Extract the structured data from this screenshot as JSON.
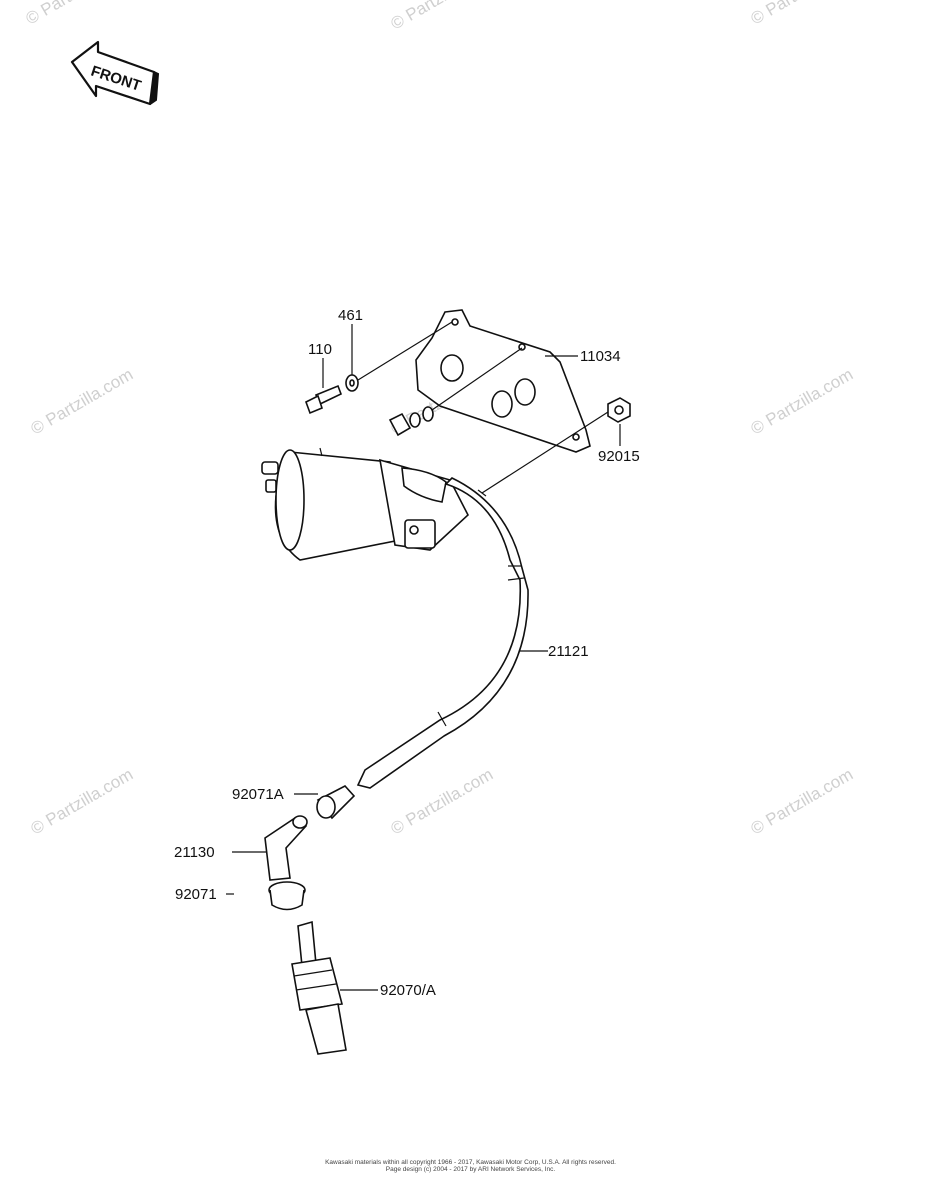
{
  "direction_arrow": {
    "label": "FRONT",
    "icon": "front-arrow-icon"
  },
  "callouts": {
    "p461": "461",
    "p110": "110",
    "p11034": "11034",
    "p92015": "92015",
    "p21121": "21121",
    "p92071A": "92071A",
    "p21130": "21130",
    "p92071": "92071",
    "p92070A": "92070/A"
  },
  "watermark": "© Partzilla.com",
  "footer": {
    "line1": "Kawasaki materials within all copyright 1966 - 2017, Kawasaki Motor Corp, U.S.A. All rights reserved.",
    "line2": "Page design (c) 2004 - 2017 by ARI Network Services, Inc."
  },
  "colors": {
    "ink": "#111111",
    "watermark": "#cfcfcf",
    "background": "#ffffff"
  }
}
